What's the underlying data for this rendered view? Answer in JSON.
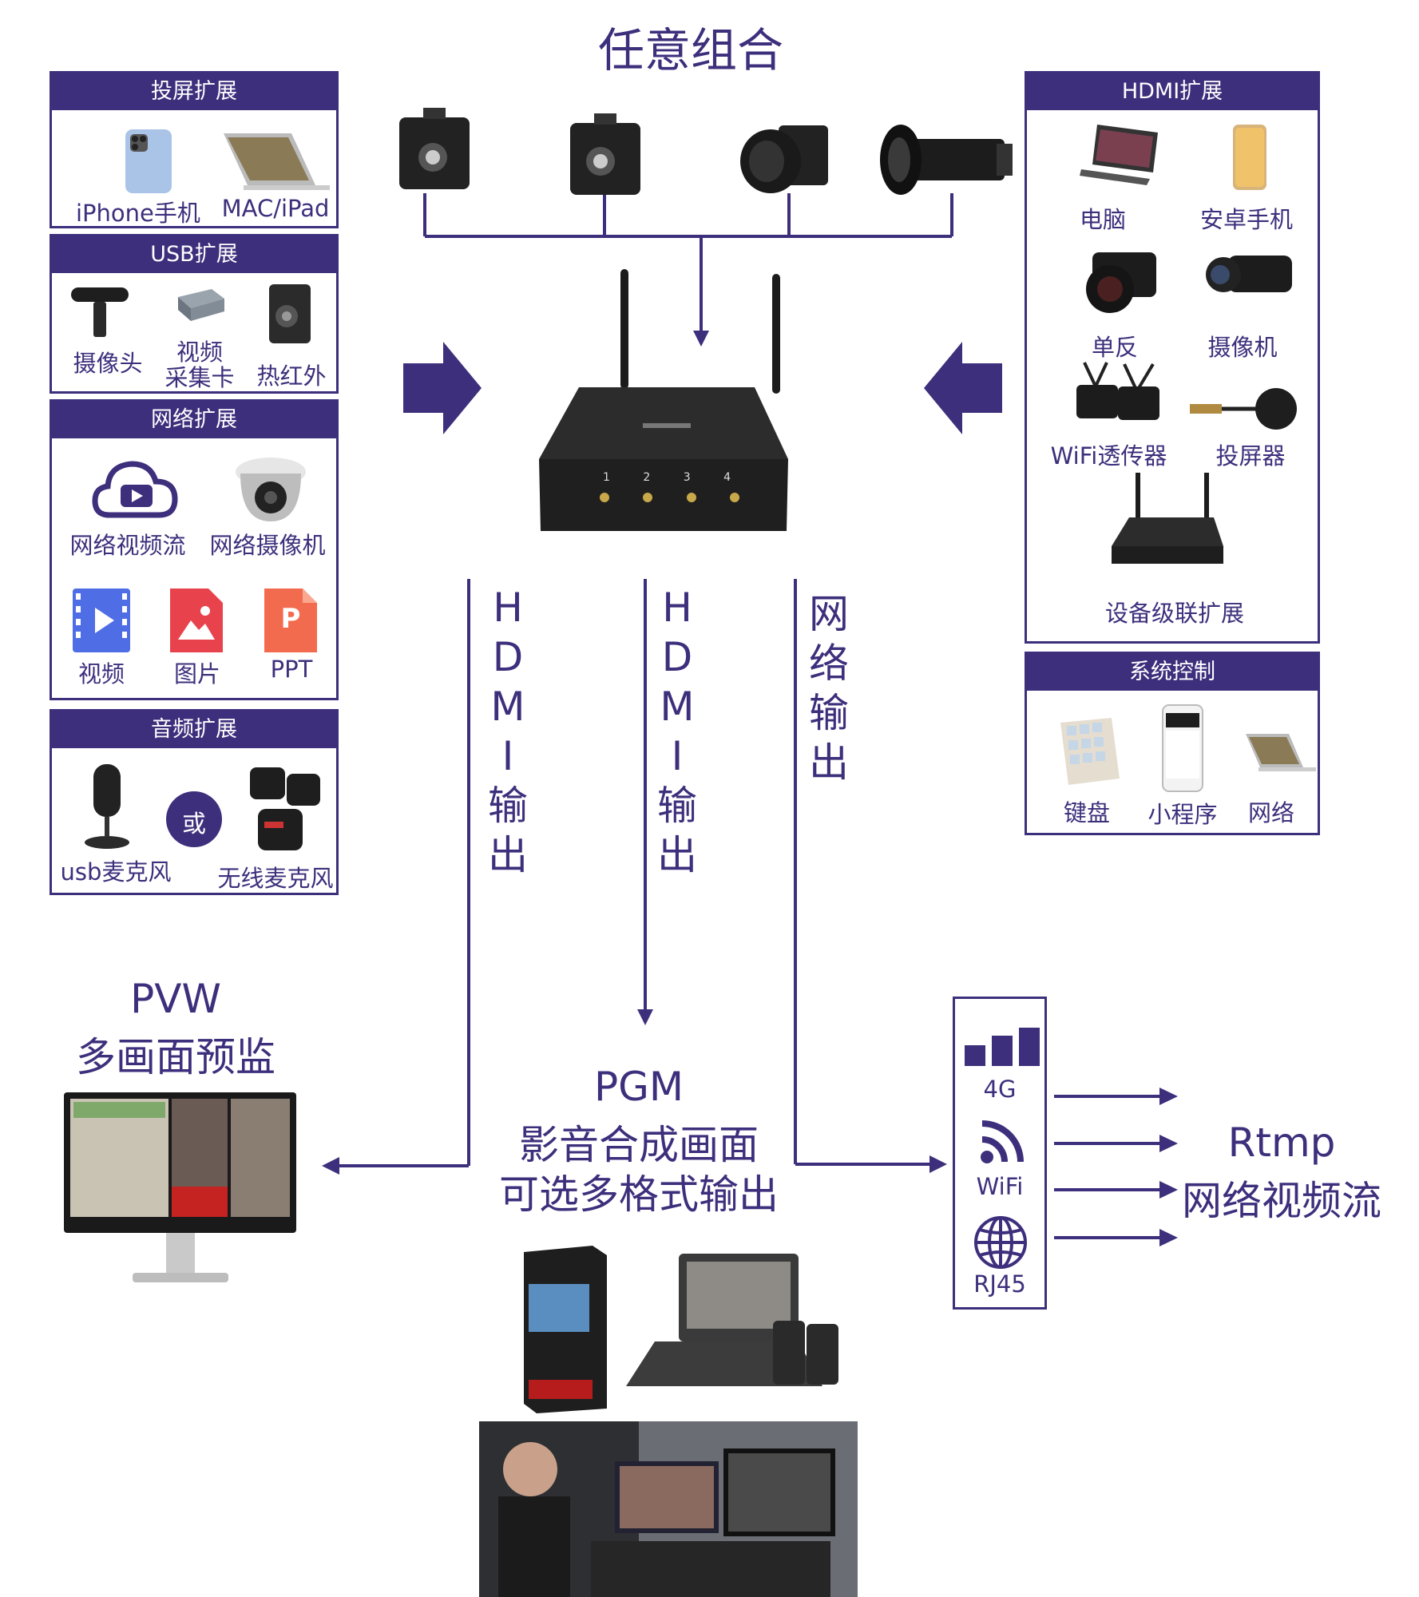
{
  "title": "任意组合",
  "accent_color": "#3d2f7c",
  "panels": {
    "screen": {
      "header": "投屏扩展",
      "items": [
        "iPhone手机",
        "MAC/iPad"
      ]
    },
    "usb": {
      "header": "USB扩展",
      "items": [
        "摄像头",
        "视频",
        "采集卡",
        "热红外"
      ]
    },
    "network": {
      "header": "网络扩展",
      "items": [
        "网络视频流",
        "网络摄像机",
        "视频",
        "图片",
        "PPT"
      ],
      "ppt_glyph": "P"
    },
    "audio": {
      "header": "音频扩展",
      "items": [
        "usb麦克风",
        "或",
        "无线麦克风"
      ]
    },
    "hdmi": {
      "header": "HDMI扩展",
      "items": [
        "电脑",
        "安卓手机",
        "单反",
        "摄像机",
        "WiFi透传器",
        "投屏器",
        "设备级联扩展"
      ]
    },
    "control": {
      "header": "系统控制",
      "items": [
        "键盘",
        "小程序",
        "网络"
      ]
    }
  },
  "device_ports": [
    "1",
    "2",
    "3",
    "4"
  ],
  "outputs": {
    "hdmi1": [
      "H",
      "D",
      "M",
      "I",
      "输",
      "出"
    ],
    "hdmi2": [
      "H",
      "D",
      "M",
      "I",
      "输",
      "出"
    ],
    "net": [
      "网",
      "络",
      "输",
      "出"
    ]
  },
  "pvw": {
    "line1": "PVW",
    "line2": "多画面预监"
  },
  "pgm": {
    "line1": "PGM",
    "line2": "影音合成画面",
    "line3": "可选多格式输出"
  },
  "network_box": {
    "items": [
      "4G",
      "WiFi",
      "RJ45"
    ]
  },
  "rtmp": {
    "line1": "Rtmp",
    "line2": "网络视频流"
  }
}
